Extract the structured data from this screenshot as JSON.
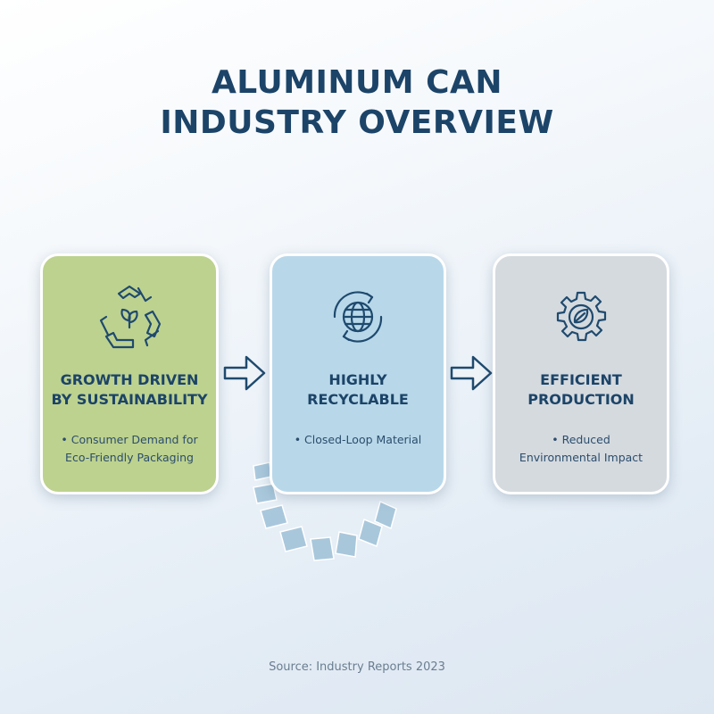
{
  "title": {
    "line1": "ALUMINUM CAN",
    "line2": "INDUSTRY OVERVIEW"
  },
  "colors": {
    "title": "#1c4468",
    "card_green": "#bdd28f",
    "card_blue": "#b8d8ea",
    "card_gray": "#d5dadf",
    "icon_stroke": "#1f4a6e"
  },
  "steps": [
    {
      "icon": "recycle-icon",
      "heading_line1": "GROWTH DRIVEN",
      "heading_line2": "BY SUSTAINABILITY",
      "bullet_line1": "• Consumer Demand for",
      "bullet_line2": "Eco-Friendly Packaging"
    },
    {
      "icon": "globe-cycle-icon",
      "heading_line1": "HIGHLY",
      "heading_line2": "RECYCLABLE",
      "bullet_line1": "• Closed-Loop Material",
      "bullet_line2": ""
    },
    {
      "icon": "gear-leaf-icon",
      "heading_line1": "EFFICIENT",
      "heading_line2": "PRODUCTION",
      "bullet_line1": "• Reduced",
      "bullet_line2": "Environmental Impact"
    }
  ],
  "source": "Source: Industry Reports 2023"
}
